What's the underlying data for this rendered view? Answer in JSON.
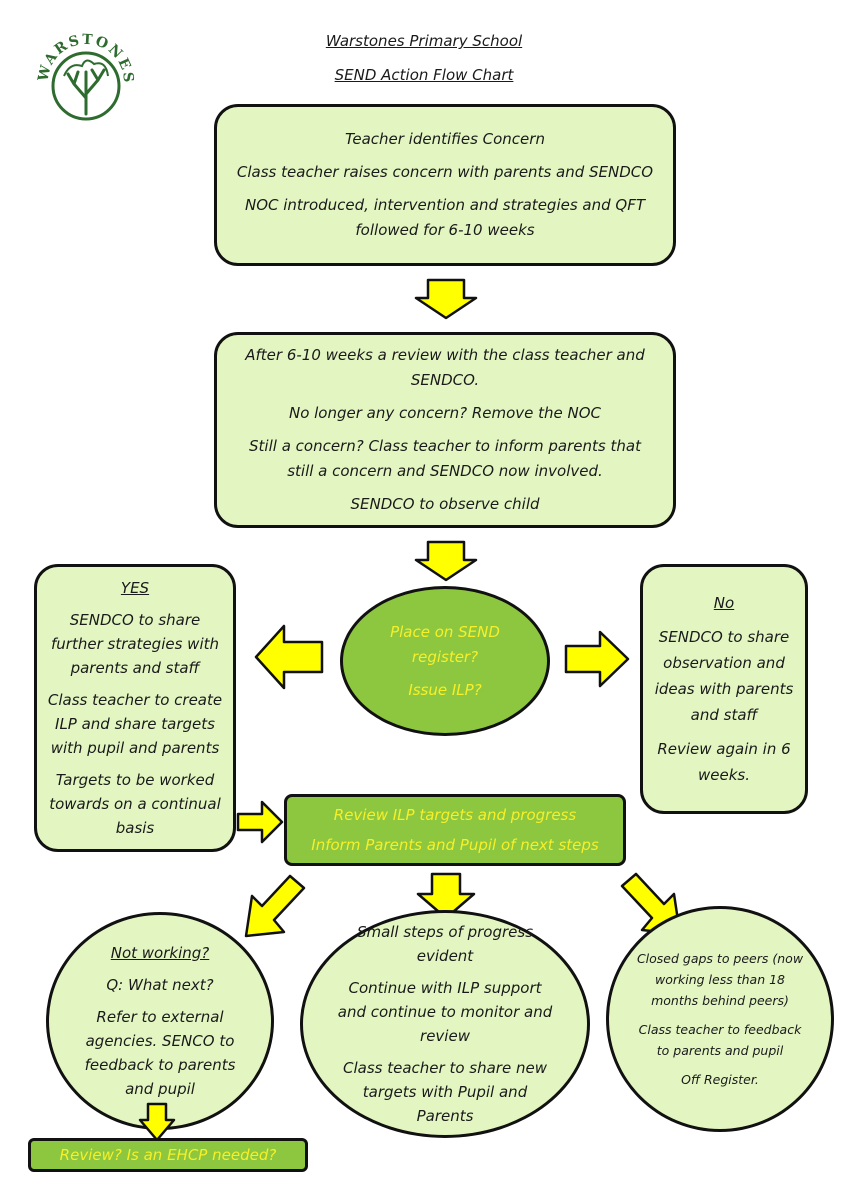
{
  "header": {
    "school_name": "Warstones Primary School",
    "chart_title": "SEND Action Flow Chart",
    "logo_text": "WARSTONES"
  },
  "boxes": {
    "identify": {
      "lines": [
        "Teacher identifies Concern",
        "Class teacher raises concern with parents and SENDCO",
        "NOC introduced, intervention and strategies and QFT followed for 6-10 weeks"
      ]
    },
    "review": {
      "lines": [
        "After 6-10 weeks a review with the class teacher and SENDCO.",
        "No longer any concern? Remove the NOC",
        "Still a concern? Class teacher to inform parents that still a concern and SENDCO now involved.",
        "SENDCO to observe child"
      ]
    },
    "yes": {
      "heading": "YES",
      "lines": [
        "SENDCO to share further strategies with parents and staff",
        "Class teacher to create ILP and share targets with pupil and parents",
        "Targets to be worked towards on a continual basis"
      ]
    },
    "decision": {
      "lines": [
        "Place on SEND register?",
        "Issue ILP?"
      ]
    },
    "no": {
      "heading": "No",
      "lines": [
        "SENDCO to share observation and ideas with parents and staff",
        "Review again in 6 weeks."
      ]
    },
    "review_ilp": {
      "lines": [
        "Review ILP targets and progress",
        "Inform Parents and Pupil of next steps"
      ]
    },
    "not_working": {
      "heading": "Not working?",
      "lines": [
        "Q: What next?",
        "Refer to external agencies. SENCO to feedback to parents and pupil"
      ]
    },
    "small_steps": {
      "lines": [
        "Small steps of progress evident",
        "Continue with ILP support and continue to monitor and review",
        "Class teacher to share new targets with Pupil and Parents"
      ]
    },
    "closed_gaps": {
      "lines": [
        "Closed gaps to peers (now working less than 18 months behind peers)",
        "Class teacher to feedback to parents and pupil",
        "Off Register."
      ]
    },
    "ehcp": {
      "lines": [
        "Review? Is an EHCP needed?"
      ]
    }
  },
  "colors": {
    "light_fill": "#e3f6c2",
    "dark_fill": "#8dc63f",
    "dark_text": "#f6f02a",
    "arrow_fill": "#ffff00",
    "logo_green": "#2e6b2e"
  }
}
